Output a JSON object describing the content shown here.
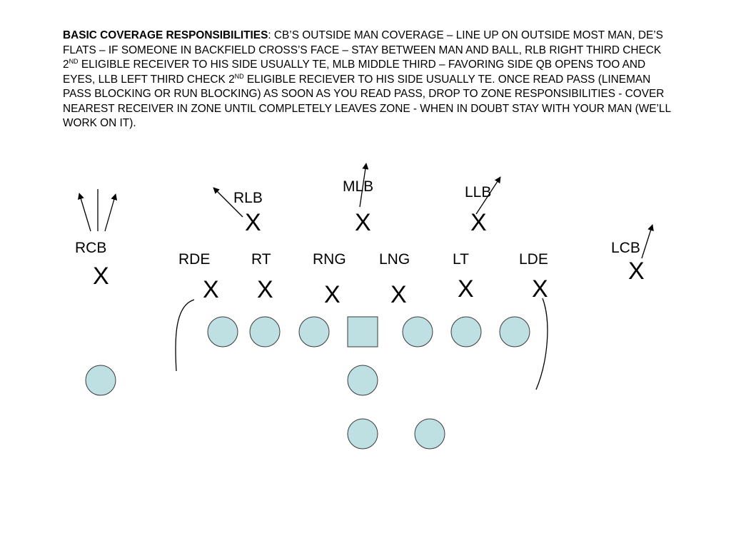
{
  "header": {
    "title": "BASIC COVERAGE RESPONSIBILITIES",
    "segments": [
      ":  CB’S OUTSIDE MAN COVERAGE – LINE UP ON OUTSIDE MOST MAN, DE’S FLATS – IF SOMEONE IN BACKFIELD CROSS’S FACE – STAY BETWEEN MAN AND BALL, RLB RIGHT THIRD CHECK 2",
      "ND",
      " ELIGIBLE RECEIVER TO HIS SIDE USUALLY TE, MLB MIDDLE THIRD – FAVORING SIDE QB OPENS TOO AND EYES, LLB LEFT THIRD CHECK 2",
      "ND",
      " ELIGIBLE RECIEVER TO HIS SIDE USUALLY TE.  ONCE READ PASS (LINEMAN PASS BLOCKING OR RUN BLOCKING) AS SOON AS YOU READ PASS, DROP TO ZONE RESPONSIBILITIES - COVER NEAREST RECEIVER IN ZONE UNTIL COMPLETELY LEAVES ZONE - WHEN IN DOUBT STAY WITH YOUR MAN (WE’LL WORK ON IT)."
    ]
  },
  "defense": {
    "marker": "X",
    "positions": [
      "RCB",
      "RLB",
      "MLB",
      "LLB",
      "LCB",
      "RDE",
      "RT",
      "RNG",
      "LNG",
      "LT",
      "LDE"
    ]
  },
  "colors": {
    "player_fill": "#bfe0e3",
    "player_stroke": "#3a3a3a",
    "text": "#000000"
  }
}
